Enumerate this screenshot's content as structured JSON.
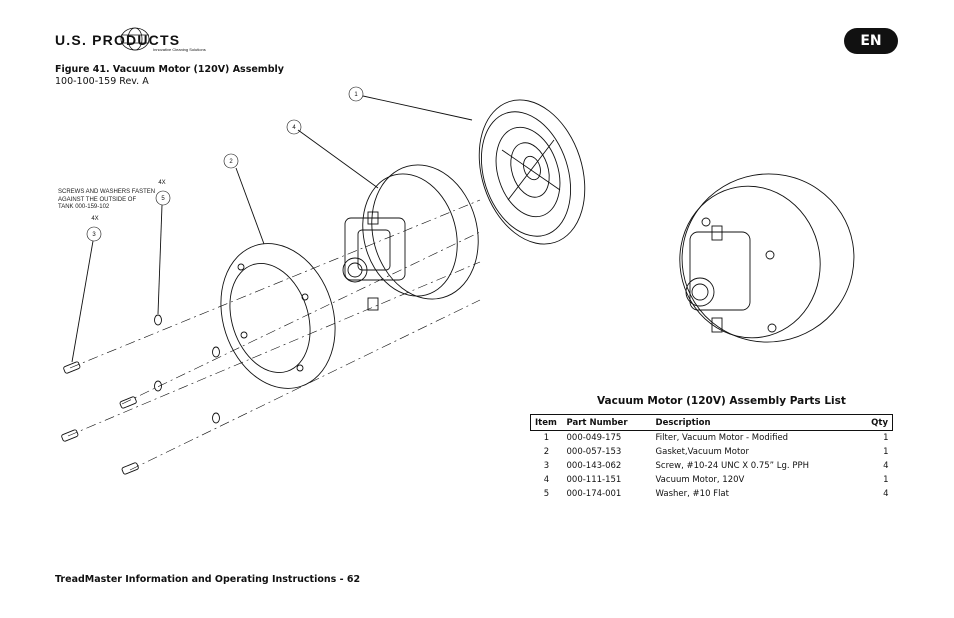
{
  "header": {
    "logo_text": "U.S. PRODUCTS",
    "logo_tagline": "Innovative Cleaning Solutions",
    "language_badge": "EN"
  },
  "figure": {
    "title": "Figure 41. Vacuum Motor (120V) Assembly",
    "revision": "100-100-159 Rev. A",
    "callouts": [
      "1",
      "4",
      "2",
      "5",
      "3"
    ],
    "qty_labels": [
      "4X",
      "4X"
    ],
    "note": [
      "SCREWS AND WASHERS FASTEN",
      "AGAINST THE OUTSIDE OF",
      "TANK 000-159-102"
    ]
  },
  "parts_list": {
    "title": "Vacuum Motor (120V) Assembly Parts List",
    "columns": [
      "Item",
      "Part Number",
      "Description",
      "Qty"
    ],
    "rows": [
      {
        "item": "1",
        "part": "000-049-175",
        "desc": "Filter, Vacuum Motor - Modified",
        "qty": "1"
      },
      {
        "item": "2",
        "part": "000-057-153",
        "desc": "Gasket,Vacuum Motor",
        "qty": "1"
      },
      {
        "item": "3",
        "part": "000-143-062",
        "desc": "Screw, #10-24 UNC X 0.75” Lg. PPH",
        "qty": "4"
      },
      {
        "item": "4",
        "part": "000-111-151",
        "desc": "Vacuum Motor, 120V",
        "qty": "1"
      },
      {
        "item": "5",
        "part": "000-174-001",
        "desc": "Washer, #10 Flat",
        "qty": "4"
      }
    ]
  },
  "footer": {
    "text": "TreadMaster Information and Operating Instructions - 62"
  }
}
